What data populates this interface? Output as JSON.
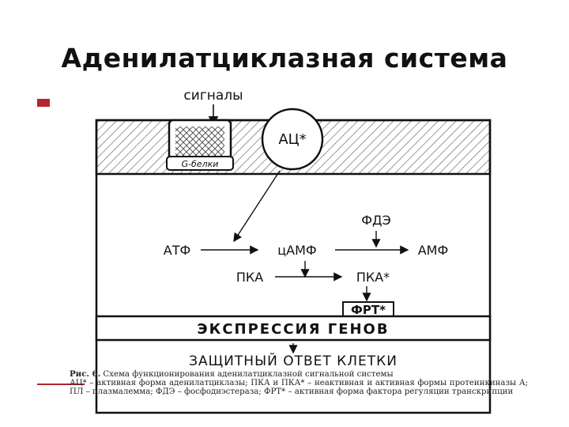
{
  "slide": {
    "title": "Аденилатциклазная система"
  },
  "diagram": {
    "signals_label": "сигналы",
    "g_proteins_label": "G-белки",
    "ac_label": "АЦ*",
    "atf": "АТФ",
    "camp": "цАМФ",
    "amp": "АМФ",
    "pde": "ФДЭ",
    "pka": "ПКА",
    "pka_active": "ПКА*",
    "frt": "ФРТ*",
    "expression": "ЭКСПРЕССИЯ ГЕНОВ",
    "response": "ЗАЩИТНЫЙ ОТВЕТ КЛЕТКИ"
  },
  "caption": {
    "figure_label": "Рис. 6.",
    "line1": "Схема функционирования аденилатциклазной сигнальной системы",
    "line2": "АЦ* – активная форма аденилатциклазы; ПКА и ПКА* – неактивная и активная формы протеинкиназы А; ПЛ – плазмалемма; ФДЭ – фосфодиэстераза; ФРТ* – активная форма фактора регуляции транскрипции"
  }
}
